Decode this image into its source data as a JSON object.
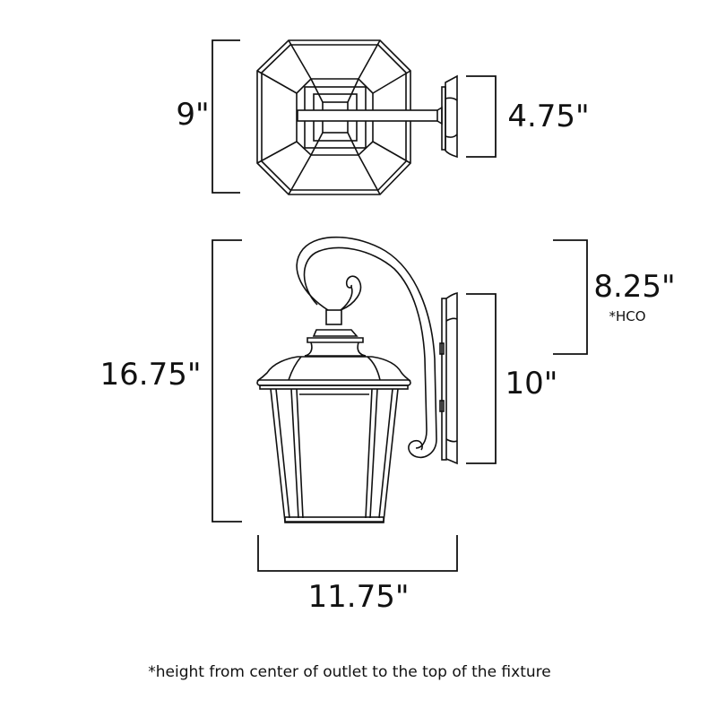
{
  "dimensions": {
    "top_height": "9\"",
    "top_depth": "4.75\"",
    "overall_height": "16.75\"",
    "hco": "8.25\"",
    "hco_note": "*HCO",
    "backplate_height": "10\"",
    "width": "11.75\""
  },
  "footnote": "*height from center of outlet to the top of the fixture",
  "colors": {
    "line": "#111111",
    "background": "#ffffff"
  }
}
